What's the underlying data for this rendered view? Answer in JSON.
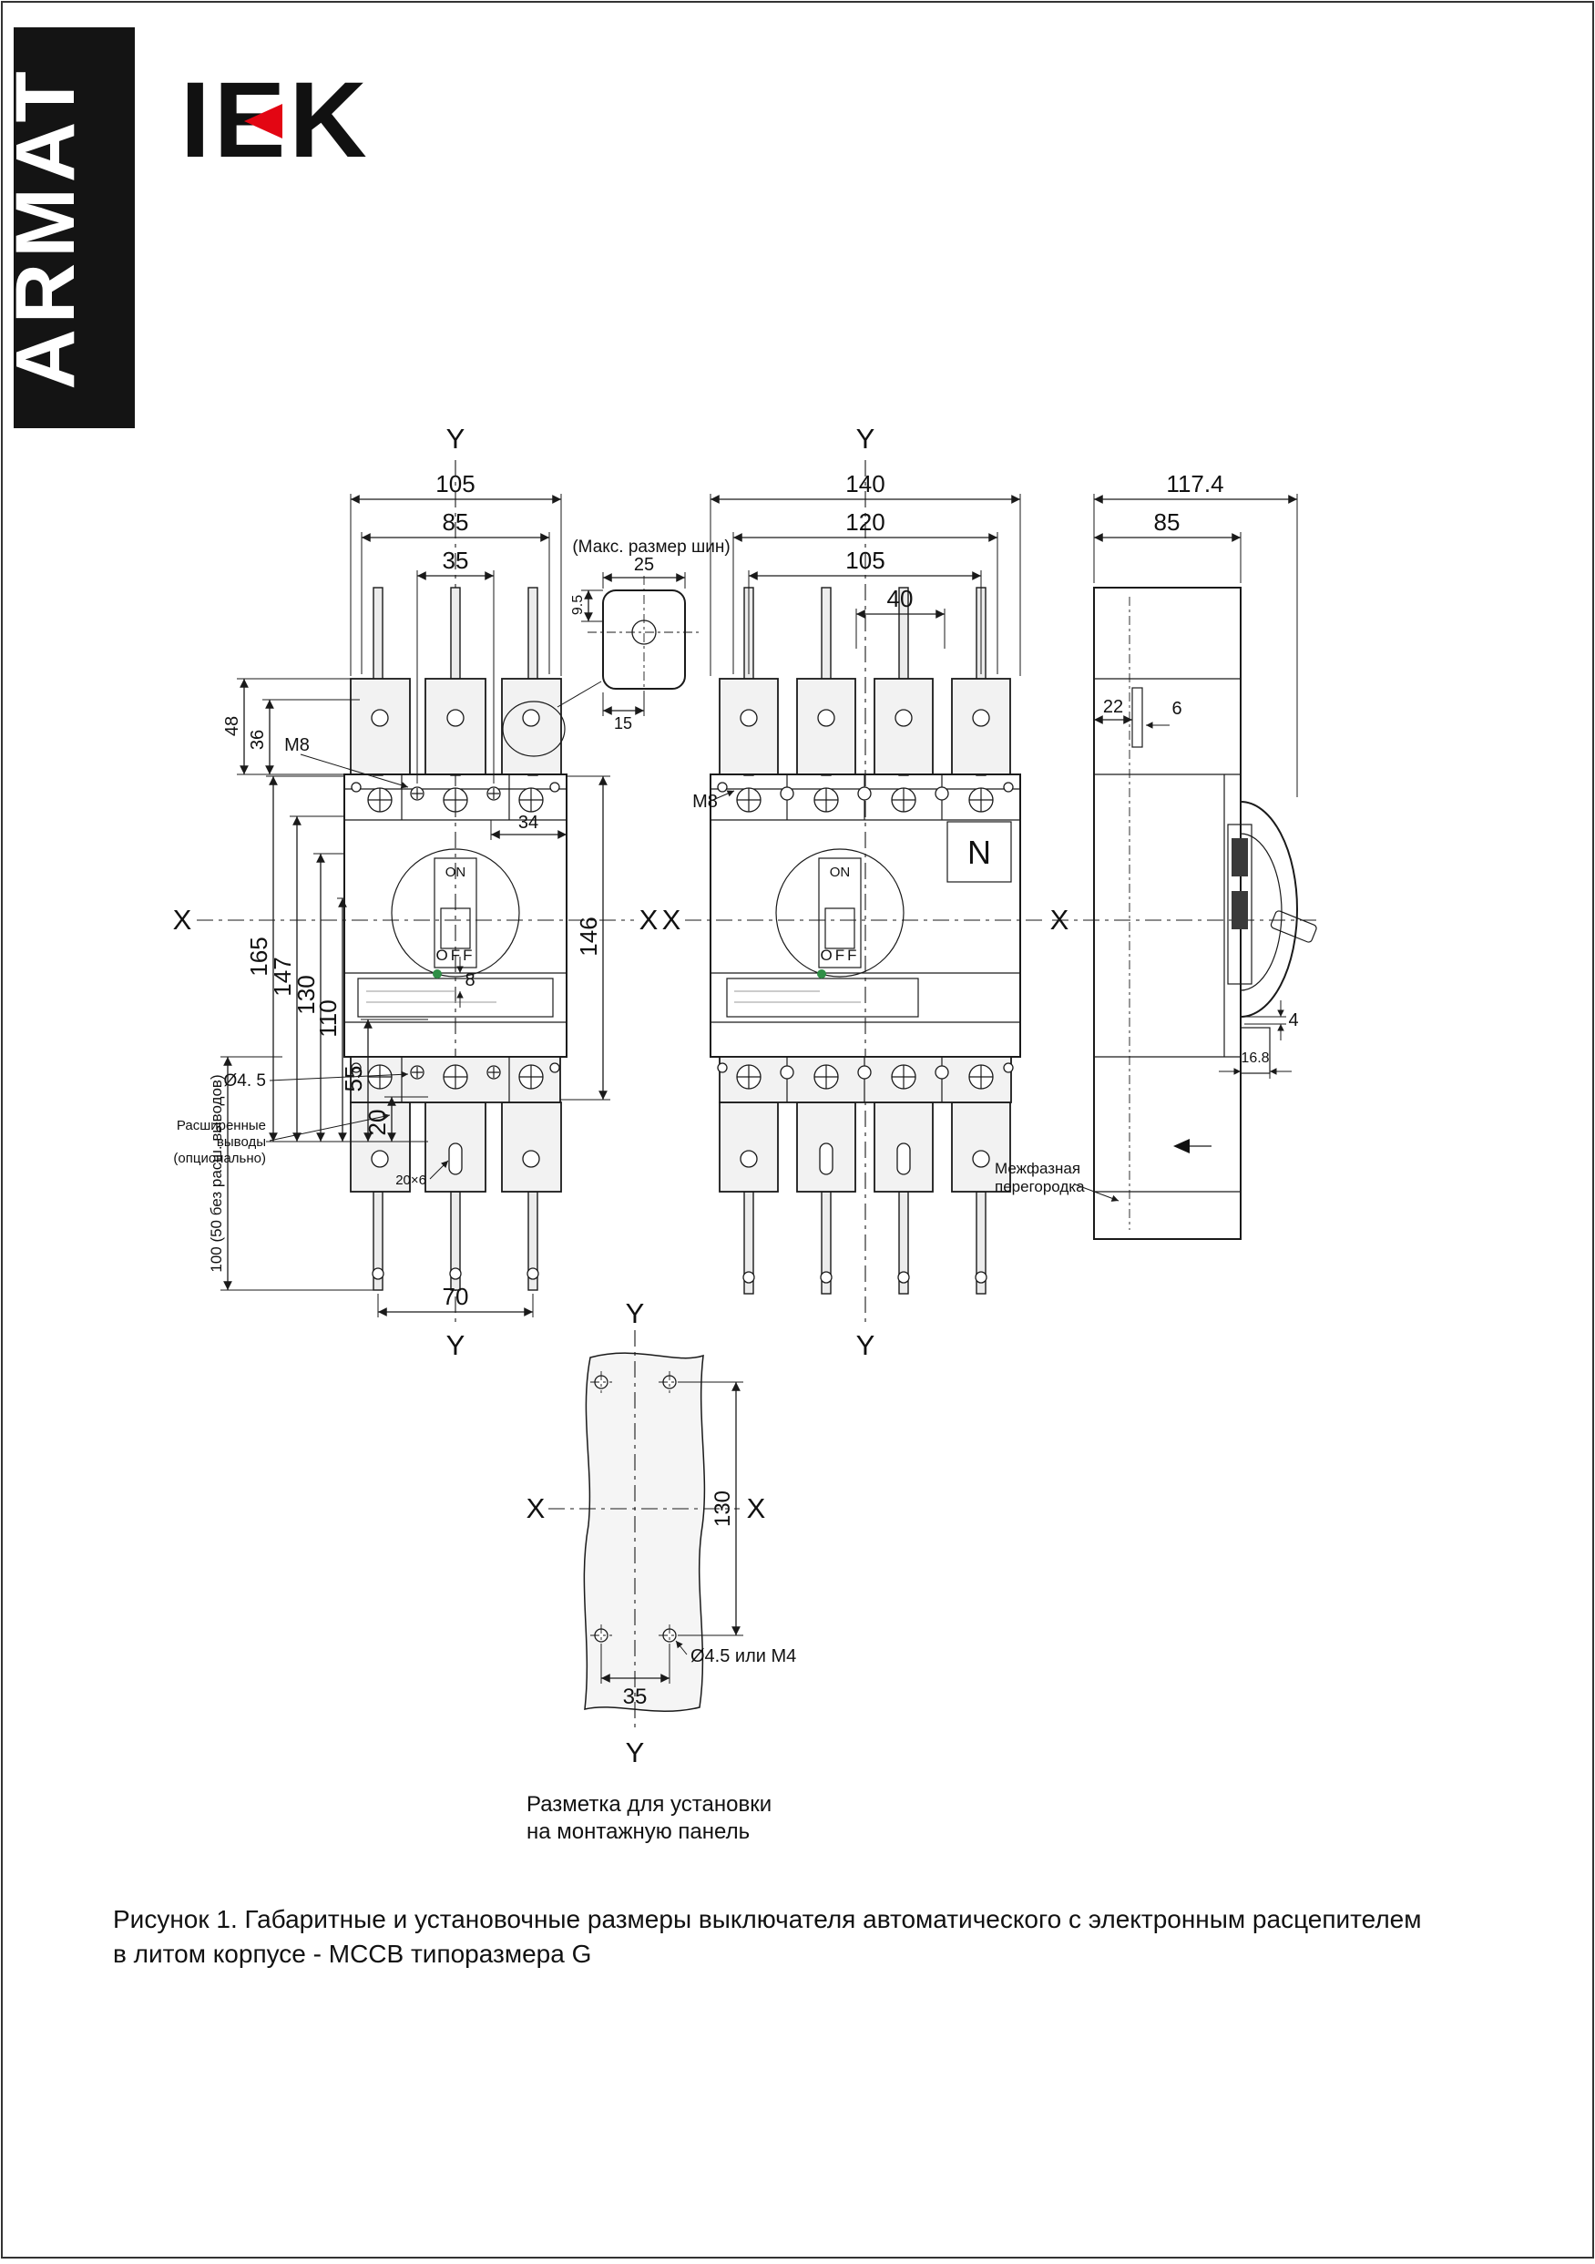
{
  "page": {
    "brand_vertical": "ARMAT",
    "logo_text": "IEK",
    "figure_caption_line1": "Рисунок 1. Габаритные и установочные размеры выключателя автоматического с электронным расцепителем",
    "figure_caption_line2": "в литом корпусе - МССВ типоразмера G"
  },
  "colors": {
    "accent_red": "#e30613",
    "line_color": "#1a1a1a",
    "banner_bg": "#141414"
  },
  "front_view": {
    "axis_y_top": "Y",
    "axis_y_bottom": "Y",
    "axis_x_left": "X",
    "axis_x_right": "X",
    "dim_width_total": "105",
    "dim_width_tabs": "85",
    "dim_pitch": "35",
    "dim_48": "48",
    "dim_36": "36",
    "label_m8": "M8",
    "dim_165": "165",
    "dim_147": "147",
    "dim_130": "130",
    "dim_110": "110",
    "dim_55": "55",
    "dim_20": "20",
    "dim_8": "8",
    "dim_34": "34",
    "dim_146": "146",
    "toggle_on": "ON",
    "toggle_off": "OFF",
    "label_hole_dia": "Ø4. 5",
    "note_ext_1": "Расширенные",
    "note_ext_2": "выводы",
    "note_ext_3": "(опционально)",
    "dim_ext_terminals": "100 (50 без расш. выводов)",
    "dim_70": "70",
    "label_slot": "20×6"
  },
  "busbar_detail": {
    "title": "(Макс. размер шин)",
    "dim_25": "25",
    "dim_9_5": "9.5",
    "dim_15": "15"
  },
  "four_pole_view": {
    "axis_y_top": "Y",
    "axis_y_bottom": "Y",
    "axis_x_left": "X",
    "axis_x_right": "X",
    "dim_140": "140",
    "dim_120": "120",
    "dim_105": "105",
    "dim_40": "40",
    "label_m8": "M8",
    "label_neutral": "N",
    "toggle_on": "ON",
    "toggle_off": "OFF"
  },
  "side_view": {
    "dim_depth_total": "117.4",
    "dim_depth_body": "85",
    "dim_22": "22",
    "dim_6": "6",
    "dim_4": "4",
    "dim_16_8": "16.8",
    "note_barrier_1": "Межфазная",
    "note_barrier_2": "перегородка"
  },
  "mounting_panel": {
    "axis_y_top": "Y",
    "axis_y_bottom": "Y",
    "axis_x_left": "X",
    "axis_x_right": "X",
    "dim_130": "130",
    "dim_35": "35",
    "label_hole": "Ø4.5 или М4",
    "caption_line1": "Разметка для установки",
    "caption_line2": "на монтажную панель"
  }
}
